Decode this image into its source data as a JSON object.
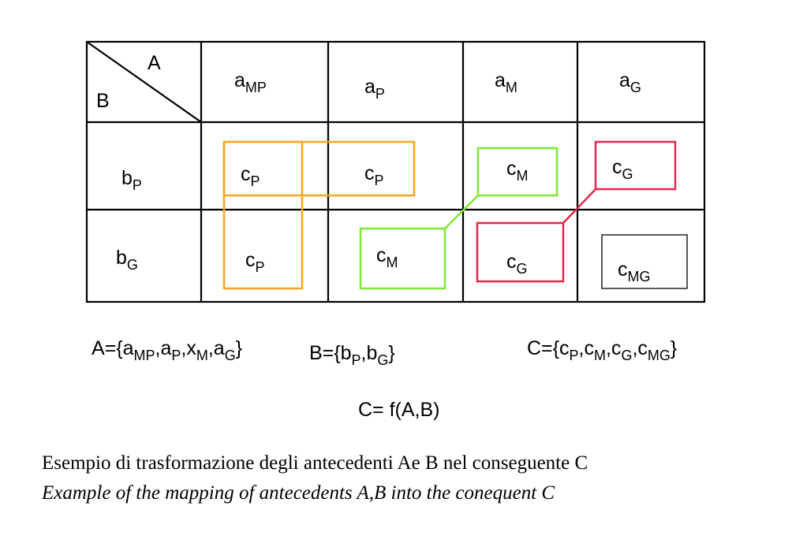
{
  "table": {
    "corner_col_label": "A",
    "corner_row_label": "B",
    "columns": [
      {
        "base": "a",
        "sub": "MP"
      },
      {
        "base": "a",
        "sub": "P"
      },
      {
        "base": "a",
        "sub": "M"
      },
      {
        "base": "a",
        "sub": "G"
      }
    ],
    "rows": [
      {
        "base": "b",
        "sub": "P"
      },
      {
        "base": "b",
        "sub": "G"
      }
    ],
    "cells": {
      "r1c1": {
        "base": "c",
        "sub": "P"
      },
      "r1c2": {
        "base": "c",
        "sub": "P"
      },
      "r1c3": {
        "base": "c",
        "sub": "M"
      },
      "r1c4": {
        "base": "c",
        "sub": "G"
      },
      "r2c1": {
        "base": "c",
        "sub": "P"
      },
      "r2c2": {
        "base": "c",
        "sub": "M"
      },
      "r2c3": {
        "base": "c",
        "sub": "G"
      },
      "r2c4": {
        "base": "c",
        "sub": "MG"
      }
    }
  },
  "colors": {
    "group_p": "#f5a623",
    "group_m": "#7ee832",
    "group_g": "#e0284a",
    "group_mg": "#000000"
  },
  "sets": {
    "a": "A={a<sub>MP</sub>,a<sub>P</sub>,x<sub>M</sub>,a<sub>G</sub>}",
    "b": "B={b<sub>P</sub>,b<sub>G</sub>}",
    "c": "C={c<sub>P</sub>,c<sub>M</sub>,c<sub>G</sub>,c<sub>MG</sub>}"
  },
  "function": "C= f(A,B)",
  "caption": {
    "italian": "Esempio di trasformazione degli antecedenti Ae B nel conseguente C",
    "english": "Example of the mapping of antecedents A,B into the conequent C"
  }
}
